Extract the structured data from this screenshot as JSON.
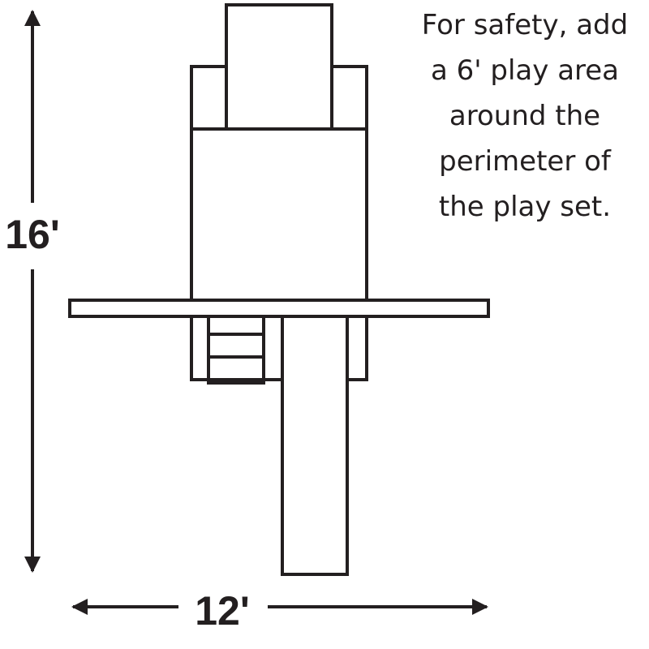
{
  "dimensions": {
    "height_label": "16'",
    "width_label": "12'"
  },
  "note": {
    "lines": [
      "For safety, add",
      "a 6' play area",
      "around the",
      "perimeter of",
      "the play set."
    ]
  },
  "colors": {
    "stroke": "#231f20",
    "background": "#ffffff"
  }
}
